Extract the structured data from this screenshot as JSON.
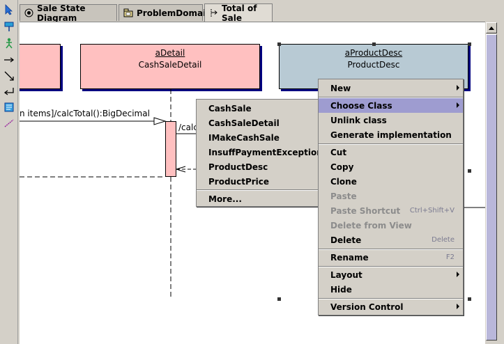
{
  "tabs": [
    {
      "label": "Sale State Diagram",
      "icon": "state-diagram-icon"
    },
    {
      "label": "ProblemDomain",
      "icon": "package-icon"
    },
    {
      "label": "Total of Sale",
      "icon": "sequence-diagram-icon"
    }
  ],
  "toolbar": [
    "select-arrow-icon",
    "comment-icon",
    "actor-icon",
    "message-arrow-icon",
    "diagonal-arrow-icon",
    "return-arrow-icon",
    "note-icon",
    "link-line-icon"
  ],
  "diagram": {
    "objects": [
      {
        "instance": "aDetail",
        "class": "CashSaleDetail",
        "fill": "#ffc0c0"
      },
      {
        "instance": "aProductDesc",
        "class": "ProductDesc",
        "fill": "#b8cad4"
      }
    ],
    "message_label": "n items]/calcTotal():BigDecimal",
    "message_label2": "/calc"
  },
  "class_submenu": {
    "items": [
      "CashSale",
      "CashSaleDetail",
      "IMakeCashSale",
      "InsuffPaymentException",
      "ProductDesc",
      "ProductPrice"
    ],
    "more": "More..."
  },
  "context_menu": {
    "new": "New",
    "choose_class": "Choose Class",
    "unlink_class": "Unlink class",
    "generate_impl": "Generate implementation",
    "cut": "Cut",
    "copy": "Copy",
    "clone": "Clone",
    "paste": "Paste",
    "paste_shortcut": "Paste Shortcut",
    "paste_shortcut_accel": "Ctrl+Shift+V",
    "delete_from_view": "Delete from View",
    "delete": "Delete",
    "delete_accel": "Delete",
    "rename": "Rename",
    "rename_accel": "F2",
    "layout": "Layout",
    "hide": "Hide",
    "version_control": "Version Control"
  },
  "colors": {
    "highlight": "#9e9cd0",
    "scroll_thumb": "#b9b7da",
    "shadow": "#000080"
  }
}
